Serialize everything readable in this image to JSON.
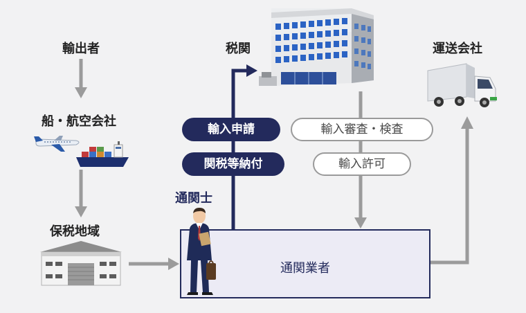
{
  "nodes": {
    "importer": "輸出者",
    "carrier": "船・航空会社",
    "bonded_area": "保税地域",
    "customs": "税関",
    "transport": "運送会社",
    "broker_person": "通関士",
    "broker_company": "通関業者"
  },
  "actions": {
    "apply": "輸入申請",
    "pay": "関税等納付",
    "review": "輸入審査・検査",
    "permit": "輸入許可"
  },
  "colors": {
    "navy": "#232a5c",
    "gray_arrow": "#9b9b9b",
    "background": "#f2f2f3",
    "box_fill": "#ecebf5"
  },
  "icons": [
    "airplane-icon",
    "ship-icon",
    "warehouse-icon",
    "customs-building-icon",
    "truck-icon",
    "customs-broker-person-icon"
  ]
}
